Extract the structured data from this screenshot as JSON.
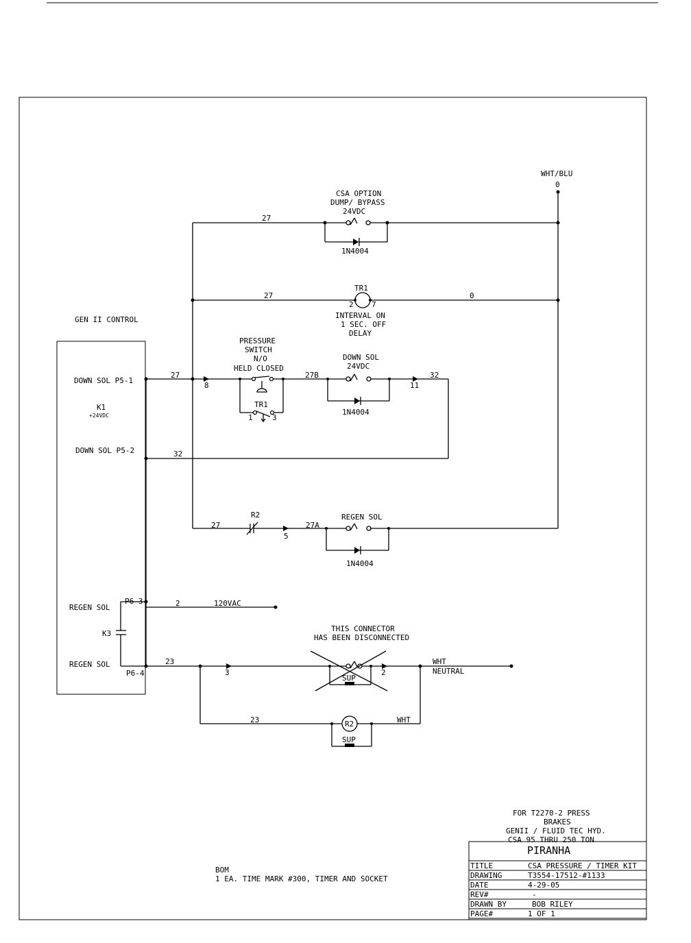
{
  "gen_ii_control": "GEN II CONTROL",
  "controller": {
    "down_sol_p5_1": "DOWN SOL P5-1",
    "k1": "K1",
    "k1_voltage": "+24VDC",
    "down_sol_p5_2": "DOWN SOL P5-2",
    "regen_sol_p6_3_label": "REGEN SOL",
    "p6_3": "P6-3",
    "k3": "K3",
    "regen_sol_p6_4_label": "REGEN SOL",
    "p6_4": "P6-4"
  },
  "supply": {
    "label": "WHT/BLU",
    "wire": "0"
  },
  "csa_option": {
    "line1": "CSA OPTION",
    "line2": "DUMP/ BYPASS",
    "line3": "24VDC",
    "diode": "1N4004",
    "wire": "27"
  },
  "timer": {
    "name": "TR1",
    "pin_left": "2",
    "pin_right": "7",
    "wire_left": "27",
    "wire_right": "0",
    "line1": "INTERVAL ON",
    "line2": "1 SEC. OFF",
    "line3": "DELAY"
  },
  "pressure_switch": {
    "line1": "PRESSURE",
    "line2": "SWITCH",
    "line3": "N/O",
    "line4": "HELD CLOSED",
    "contact": "TR1",
    "pin1": "1",
    "pin3": "3"
  },
  "down_sol": {
    "line1": "DOWN SOL",
    "line2": "24VDC",
    "diode": "1N4004",
    "wire_in": "27",
    "terminal_8": "8",
    "wire_27b": "27B",
    "terminal_11": "11",
    "wire_out": "32",
    "wire_return": "32"
  },
  "regen_sol": {
    "relay": "R2",
    "wire_in": "27",
    "terminal_5": "5",
    "wire_27a": "27A",
    "label": "REGEN SOL",
    "diode": "1N4004"
  },
  "ac_supply": {
    "wire": "2",
    "label": "120VAC"
  },
  "neutral": {
    "wire_23": "23",
    "terminal_3": "3",
    "note_line1": "THIS CONNECTOR",
    "note_line2": "HAS BEEN DISCONNECTED",
    "sup_crossed": "SUP",
    "terminal_2": "2",
    "wht": "WHT",
    "neutral": "NEUTRAL",
    "wire_23_lower": "23",
    "relay_r2": "R2",
    "sup_lower": "SUP",
    "wht_lower": "WHT"
  },
  "footer": {
    "for_line1": "FOR T2270-2 PRESS",
    "for_line2": "BRAKES",
    "for_line3": "GENII / FLUID TEC HYD.",
    "for_line4": "CSA 95 THRU 250 TON",
    "bom_line1": "BOM",
    "bom_line2": "1 EA. TIME MARK #300, TIMER AND SOCKET"
  },
  "title_block": {
    "company": "PIRANHA",
    "rows": [
      {
        "label": "TITLE",
        "value": "CSA PRESSURE / TIMER KIT"
      },
      {
        "label": "DRAWING",
        "value": "T3554-17512-#1133"
      },
      {
        "label": "DATE",
        "value": "4-29-05"
      },
      {
        "label": "REV#",
        "value": "-"
      },
      {
        "label": "DRAWN BY",
        "value": "BOB RILEY"
      },
      {
        "label": "PAGE#",
        "value": "1 OF 1"
      }
    ]
  }
}
